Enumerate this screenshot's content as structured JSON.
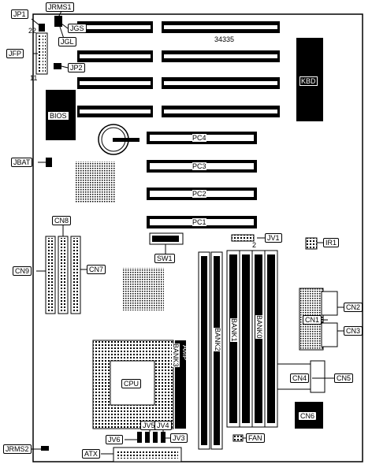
{
  "title": "",
  "board_id": "34335",
  "labels": {
    "jp1": "JP1",
    "jrms1": "JRMS1",
    "jgs": "JGS",
    "jgl": "JGL",
    "pin22": "22",
    "pin11": "11",
    "pin2": "2",
    "jfp": "JFP",
    "jp2": "JP2",
    "kbd": "KBD",
    "bios": "BIOS",
    "pc4": "PC4",
    "pc3": "PC3",
    "pc2": "PC2",
    "pc1": "PC1",
    "jbat": "JBAT",
    "cn8": "CN8",
    "cn9": "CN9",
    "cn7": "CN7",
    "jv1": "JV1",
    "sw1": "SW1",
    "ir1": "IR1",
    "cn2": "CN2",
    "cn1": "CN1",
    "cn3": "CN3",
    "cn4": "CN4",
    "cn5": "CN5",
    "cn6": "CN6",
    "bank3": "BANK3",
    "bank2": "BANK2",
    "bank1": "BANK1",
    "bank0": "BANK0",
    "amp": "AMP",
    "cpu": "CPU",
    "jv5": "JV5",
    "jv4": "JV4",
    "jv6": "JV6",
    "jv3": "JV3",
    "fan": "FAN",
    "jrms2": "JRMS2",
    "atx": "ATX"
  }
}
